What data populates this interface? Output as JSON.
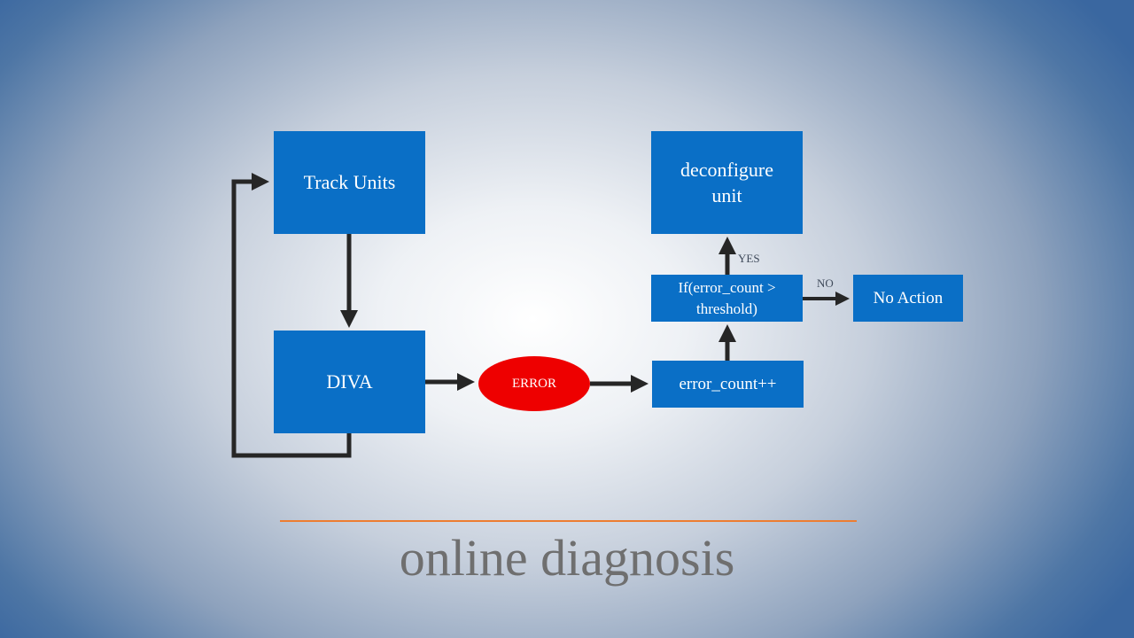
{
  "nodes": {
    "track_units": "Track Units",
    "diva": "DIVA",
    "error": "ERROR",
    "error_count": "error_count++",
    "condition": "If(error_count > threshold)",
    "deconfigure": "deconfigure unit",
    "no_action": "No Action"
  },
  "edge_labels": {
    "yes": "YES",
    "no": "NO"
  },
  "title": "online diagnosis",
  "colors": {
    "box_fill": "#0a6fc6",
    "error_fill": "#ee0000",
    "arrow": "#262626",
    "divider": "#ed7d31",
    "title_text": "#6f6f6f"
  }
}
